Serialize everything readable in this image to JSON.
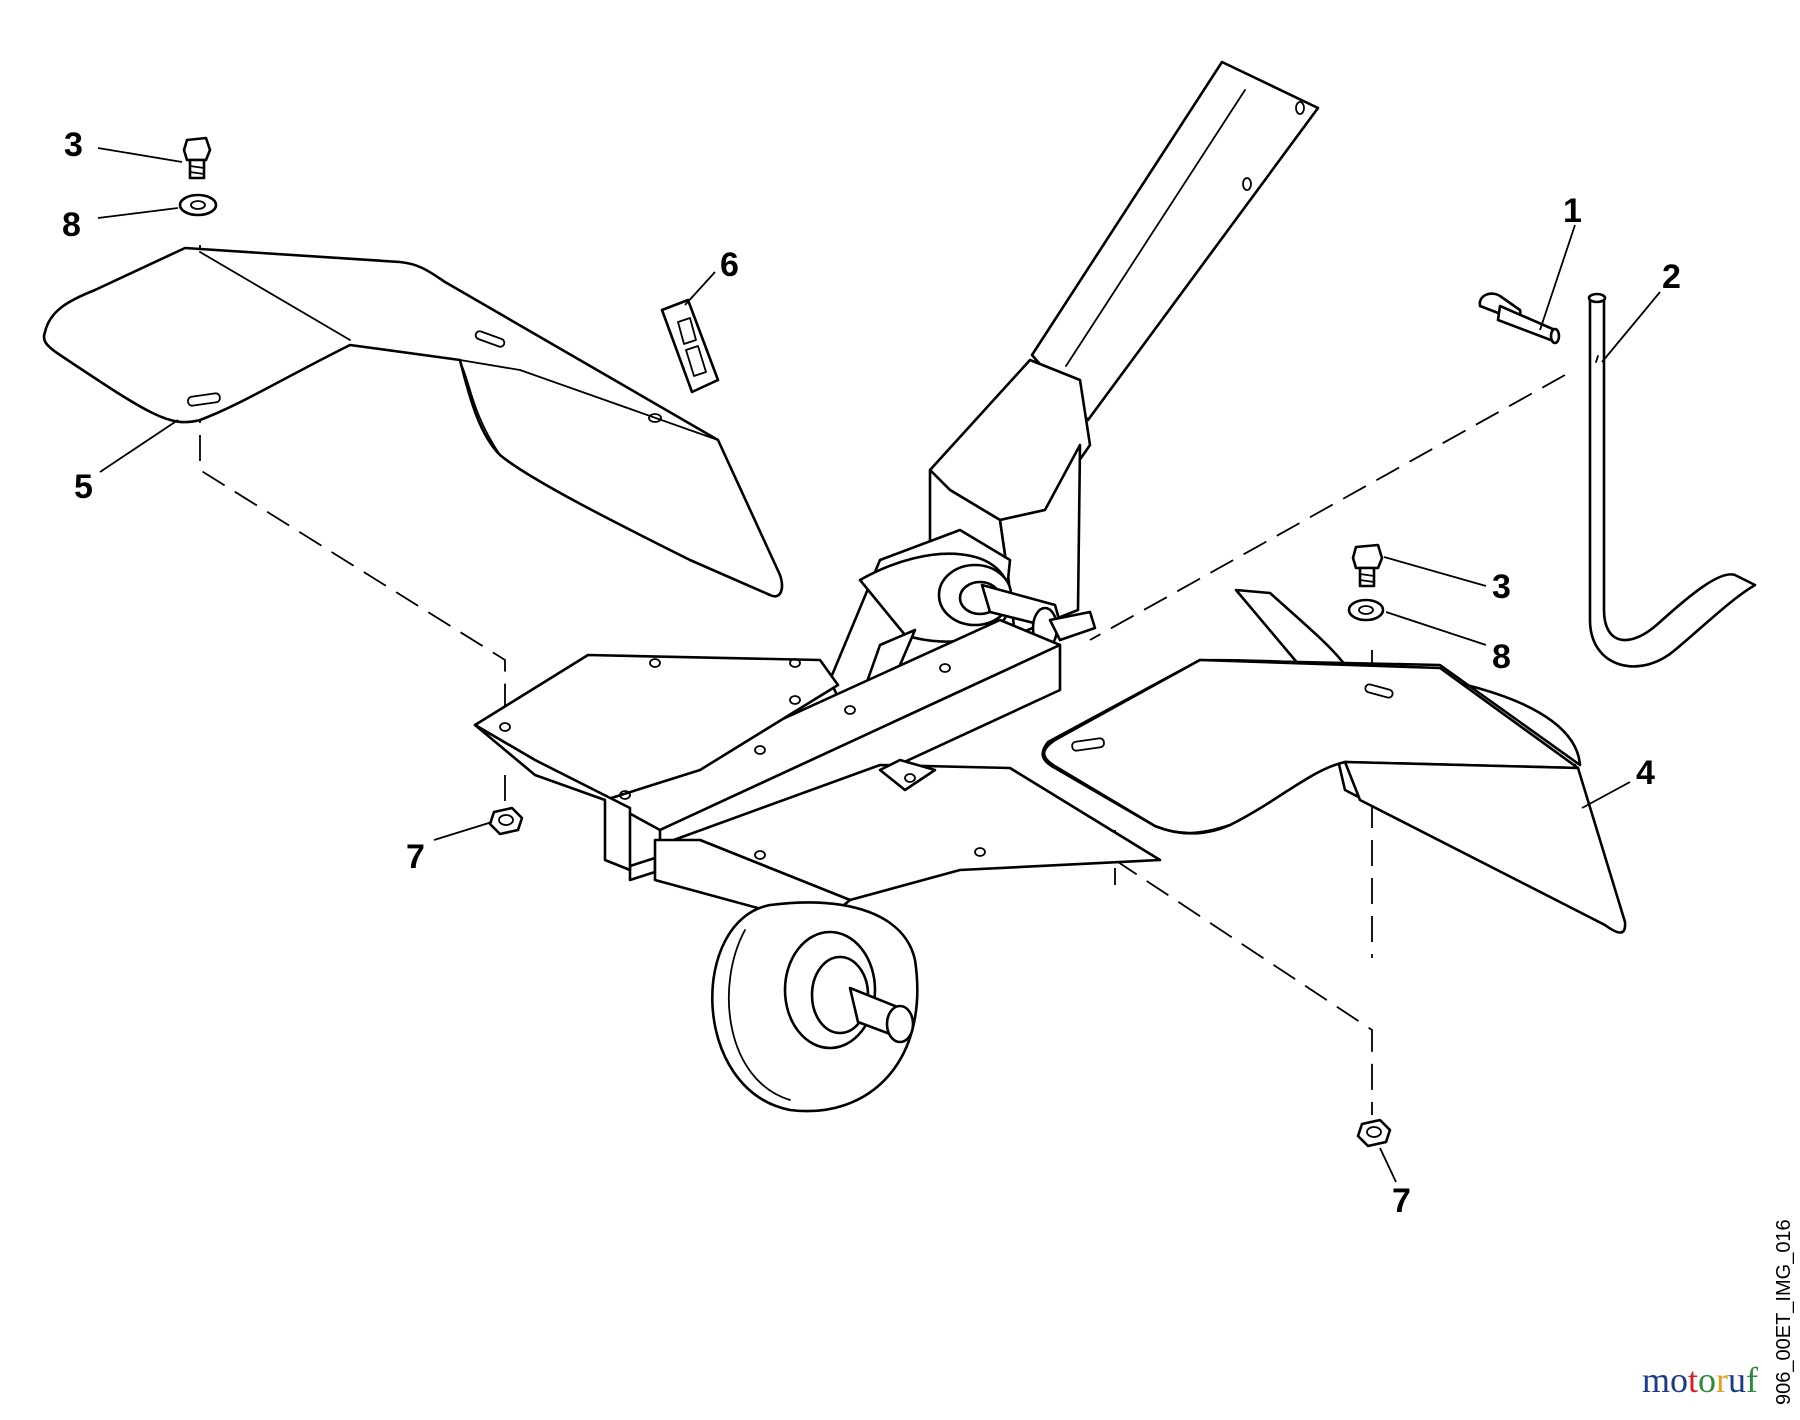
{
  "callouts": {
    "c3a": "3",
    "c8a": "8",
    "c5": "5",
    "c6": "6",
    "c1": "1",
    "c2": "2",
    "c3b": "3",
    "c8b": "8",
    "c4": "4",
    "c7a": "7",
    "c7b": "7"
  },
  "image_code": "906_00ET_IMG_016",
  "brand": {
    "text": "motoruf",
    "colors": [
      "#1b3a8a",
      "#1b3a8a",
      "#d41f26",
      "#2e8b3d",
      "#e0a020",
      "#1b3a8a",
      "#2e8b3d"
    ]
  }
}
